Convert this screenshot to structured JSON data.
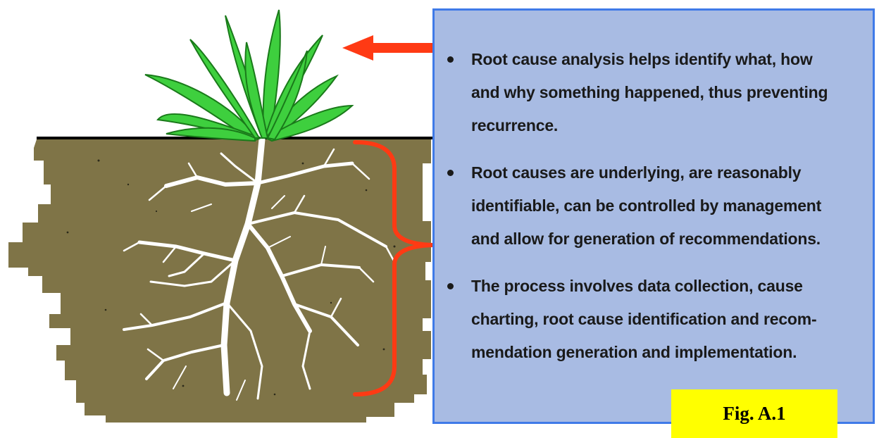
{
  "panel": {
    "bullets": [
      {
        "lines": [
          "Root cause analysis helps identify what, how",
          "and why something happened, thus preventing",
          "recurrence."
        ]
      },
      {
        "lines": [
          "Root causes are underlying, are reasonably",
          "identifiable, can be controlled by management",
          "and allow for generation of recommendations."
        ]
      },
      {
        "lines": [
          "The process involves data collection, cause",
          "charting, root cause identification and recom-",
          "mendation generation and implementation."
        ]
      }
    ]
  },
  "figure_label": "Fig. A.1",
  "colors": {
    "panel_fill": "#a8bbe3",
    "panel_border": "#3f7ae8",
    "arrow_and_brace": "#ff3a14",
    "soil": "#7f7447",
    "leaves": "#3ecf3e",
    "roots": "#ffffff",
    "label_background": "#ffff00"
  }
}
